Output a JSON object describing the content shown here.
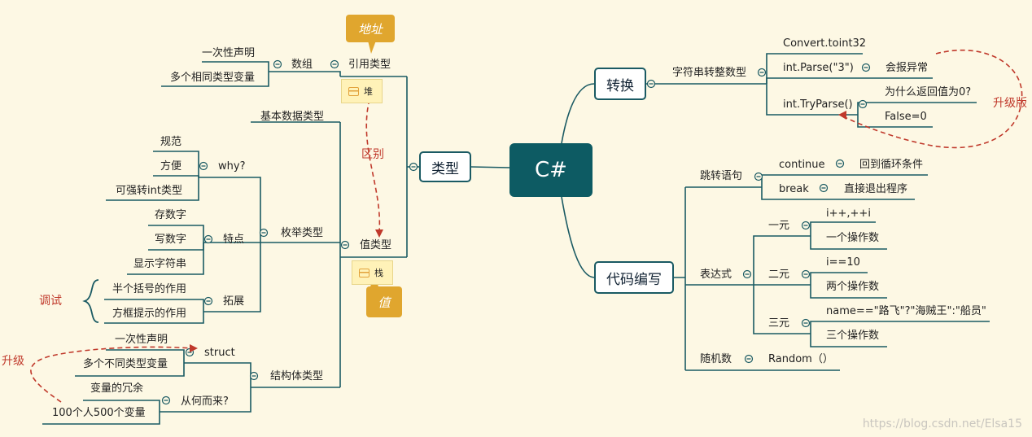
{
  "center": "C#",
  "type_branch": {
    "label": "类型",
    "ref_type": "引用类型",
    "value_type": "值类型",
    "tag_address": "地址",
    "tag_value": "值",
    "note_heap": "堆",
    "note_stack": "栈",
    "diff_label": "区别",
    "array": {
      "label": "数组",
      "children": [
        "一次性声明",
        "多个相同类型变量"
      ]
    },
    "basic": "基本数据类型",
    "enum": {
      "label": "枚举类型",
      "why": {
        "label": "why?",
        "children": [
          "规范",
          "方便",
          "可强转int类型"
        ]
      },
      "feature": {
        "label": "特点",
        "children": [
          "存数字",
          "写数字",
          "显示字符串"
        ]
      },
      "extend": {
        "label": "拓展",
        "children": [
          "半个括号的作用",
          "方框提示的作用"
        ]
      },
      "debug": "调试"
    },
    "struct_type": {
      "label": "结构体类型",
      "struct": {
        "label": "struct",
        "children": [
          "一次性声明",
          "多个不同类型变量"
        ]
      },
      "origin": {
        "label": "从何而来?",
        "children": [
          "变量的冗余",
          "100个人500个变量"
        ]
      },
      "upgrade": "升级"
    }
  },
  "convert_branch": {
    "label": "转换",
    "sub": "字符串转整数型",
    "items": [
      "Convert.toint32",
      "int.Parse(\"3\")",
      "int.TryParse()"
    ],
    "parse_note": "会报异常",
    "tryparse_notes": [
      "为什么返回值为0?",
      "False=0"
    ],
    "upgrade": "升级版"
  },
  "code_branch": {
    "label": "代码编写",
    "jump": {
      "label": "跳转语句",
      "items": [
        "continue",
        "break"
      ],
      "notes": [
        "回到循环条件",
        "直接退出程序"
      ]
    },
    "expr": {
      "label": "表达式",
      "unary": {
        "label": "一元",
        "children": [
          "i++,++i",
          "一个操作数"
        ]
      },
      "binary": {
        "label": "二元",
        "children": [
          "i==10",
          "两个操作数"
        ]
      },
      "ternary": {
        "label": "三元",
        "children": [
          "name==\"路飞\"?\"海贼王\":\"船员\"",
          "三个操作数"
        ]
      }
    },
    "random": {
      "label": "随机数",
      "value": "Random（）"
    }
  },
  "watermark": "https://blog.csdn.net/Elsa15",
  "colors": {
    "line": "#1a5a63",
    "accent": "#c0392b",
    "center": "#0d5b63",
    "tag": "#e0a62e",
    "background": "#fdf8e4"
  }
}
